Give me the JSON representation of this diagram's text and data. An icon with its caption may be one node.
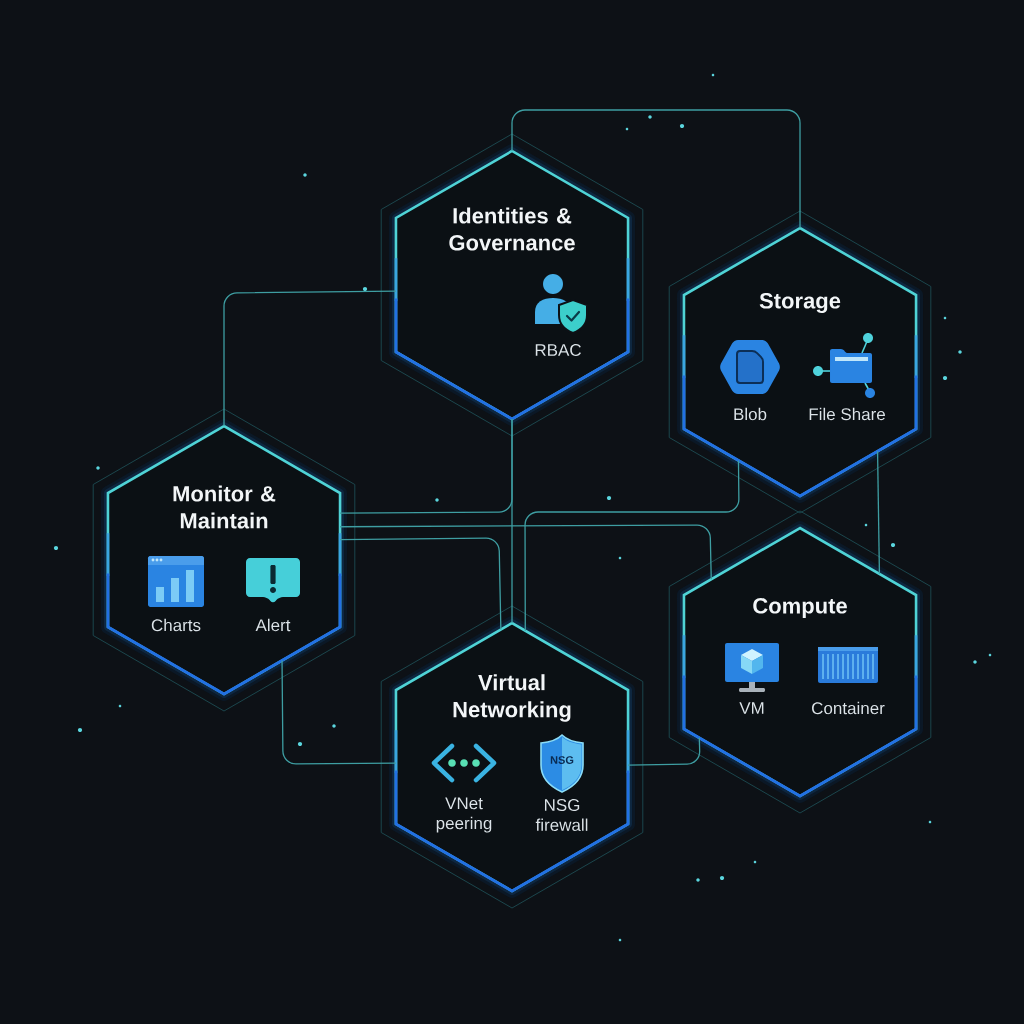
{
  "diagram": {
    "nodes": [
      {
        "text": [
          "Identities & Governance",
          "RBAC"
        ]
      },
      {
        "text": [
          "Storage",
          "Blob",
          "File Share"
        ]
      },
      {
        "text": [
          "Monitor & Maintain",
          "Charts",
          "Alert"
        ]
      },
      {
        "text": [
          "Compute",
          "VM",
          "Container"
        ]
      },
      {
        "text": [
          "Virtual Networking",
          "VNet peering",
          "NSG firewall"
        ]
      }
    ],
    "edges": [
      {
        "from": 0,
        "to": 1,
        "arrow": "none"
      },
      {
        "from": 0,
        "to": 2,
        "arrow": "none"
      },
      {
        "from": 0,
        "to": 2,
        "arrow": "none"
      },
      {
        "from": 0,
        "to": 4,
        "arrow": "none"
      },
      {
        "from": 2,
        "to": 3,
        "arrow": "none"
      },
      {
        "from": 2,
        "to": 4,
        "arrow": "none"
      },
      {
        "from": 1,
        "to": 4,
        "arrow": "none"
      },
      {
        "from": 1,
        "to": 3,
        "arrow": "none"
      },
      {
        "from": 2,
        "to": 4,
        "arrow": "none"
      },
      {
        "from": 4,
        "to": 3,
        "arrow": "none"
      }
    ],
    "labels": [
      "NSG"
    ]
  }
}
